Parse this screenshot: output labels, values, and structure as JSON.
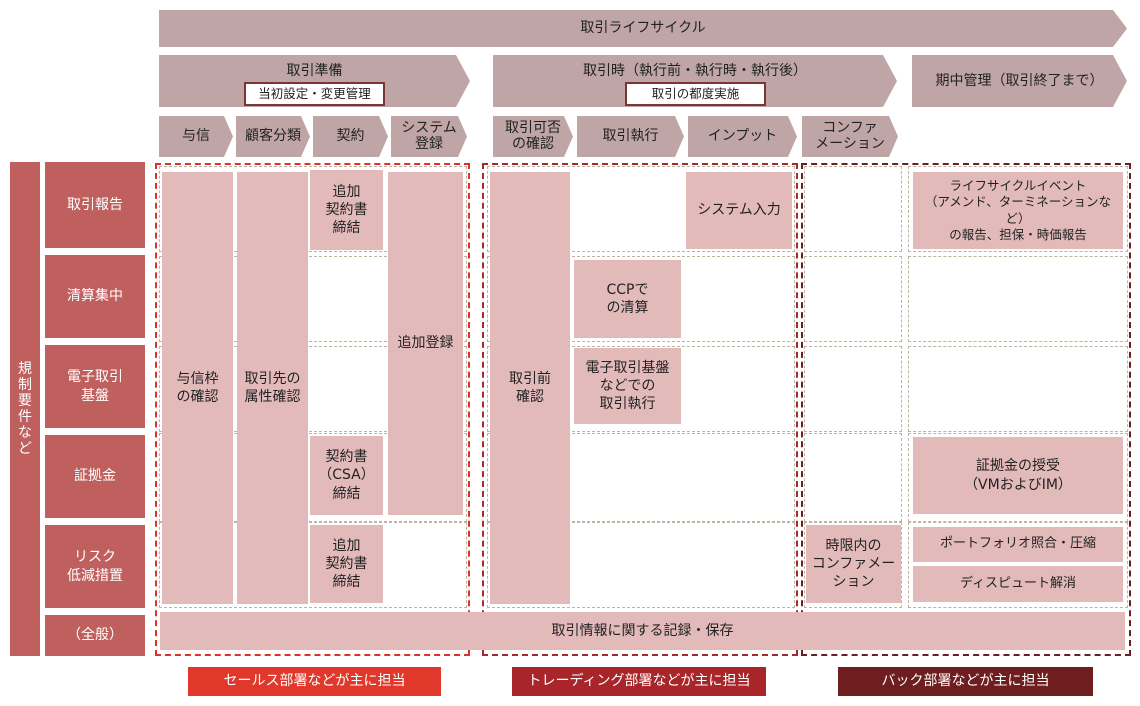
{
  "lifecycle": "取引ライフサイクル",
  "phases": [
    {
      "label": "取引準備",
      "sub": "当初設定・変更管理"
    },
    {
      "label": "取引時（執行前・執行時・執行後）",
      "sub": "取引の都度実施"
    },
    {
      "label": "期中管理（取引終了まで）"
    }
  ],
  "steps": [
    "与信",
    "顧客分類",
    "契約",
    "システム\n登録",
    "取引可否\nの確認",
    "取引執行",
    "インプット",
    "コンファ\nメーション"
  ],
  "side_label": "規\n制\n要\n件\nな\nど",
  "rows": [
    "取引報告",
    "清算集中",
    "電子取引\n基盤",
    "証拠金",
    "リスク\n低減措置",
    "（全般）"
  ],
  "cells": {
    "credit": "与信枠\nの確認",
    "attr": "取引先の\n属性確認",
    "add_contract1": "追加\n契約書\n締結",
    "add_reg": "追加登録",
    "csa": "契約書\n（CSA）\n締結",
    "add_contract2": "追加\n契約書\n締結",
    "pre_check": "取引前\n確認",
    "sys_input": "システム入力",
    "ccp": "CCPで\nの清算",
    "etp": "電子取引基盤\nなどでの\n取引執行",
    "timely_conf": "時限内の\nコンファメー\nション",
    "lifecycle_event": "ライフサイクルイベント\n（アメンド、ターミネーションなど）\nの報告、担保・時価報告",
    "margin": "証拠金の授受\n（VMおよびIM）",
    "portfolio": "ポートフォリオ照合・圧縮",
    "dispute": "ディスピュート解消",
    "records": "取引情報に関する記録・保存"
  },
  "owners": [
    {
      "label": "セールス部署などが主に担当",
      "color": "#e0382a"
    },
    {
      "label": "トレーディング部署などが主に担当",
      "color": "#a8262a"
    },
    {
      "label": "バック部署などが主に担当",
      "color": "#6e1e1e"
    }
  ]
}
